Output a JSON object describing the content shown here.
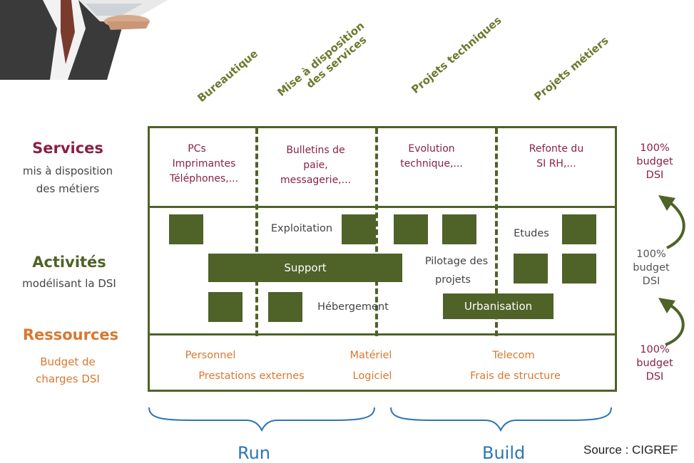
{
  "columns": [
    {
      "lines": [
        "Bureautique"
      ]
    },
    {
      "lines": [
        "Mise à disposition",
        "des services"
      ]
    },
    {
      "lines": [
        "Projets techniques"
      ]
    },
    {
      "lines": [
        "Projets métiers"
      ]
    }
  ],
  "layers": {
    "services": {
      "title": "Services",
      "sub": [
        "mis à disposition",
        "des métiers"
      ],
      "color": "#8b2045"
    },
    "activites": {
      "title": "Activités",
      "sub": [
        "modélisant la DSI"
      ],
      "color": "#4f6228"
    },
    "ressources": {
      "title": "Ressources",
      "sub": [
        "Budget de",
        "charges DSI"
      ],
      "color": "#d9782e"
    }
  },
  "services_cells": [
    {
      "lines": [
        "PCs",
        "Imprimantes",
        "Téléphones,..."
      ]
    },
    {
      "lines": [
        "Bulletins de",
        "paie,",
        "messagerie,..."
      ]
    },
    {
      "lines": [
        "Evolution",
        "technique,..."
      ]
    },
    {
      "lines": [
        "Refonte du",
        "SI RH,..."
      ]
    }
  ],
  "activities": {
    "exploitation": "Exploitation",
    "support": "Support",
    "pilotage": [
      "Pilotage des",
      "projets"
    ],
    "etudes": "Etudes",
    "hebergement": "Hébergement",
    "urbanisation": "Urbanisation"
  },
  "resources": {
    "personnel": "Personnel",
    "prestations": "Prestations externes",
    "materiel": "Matériel",
    "logiciel": "Logiciel",
    "telecom": "Telecom",
    "frais": "Frais de structure"
  },
  "budget": [
    {
      "lines": [
        "100%",
        "budget",
        "DSI"
      ]
    },
    {
      "lines": [
        "100%",
        "budget",
        "DSI"
      ]
    },
    {
      "lines": [
        "100%",
        "budget",
        "DSI"
      ]
    }
  ],
  "run_label": "Run",
  "build_label": "Build",
  "source": "Source : CIGREF",
  "colors": {
    "frame": "#4f6228",
    "brace": "#2e75b6",
    "header": "#6b7a2e"
  }
}
